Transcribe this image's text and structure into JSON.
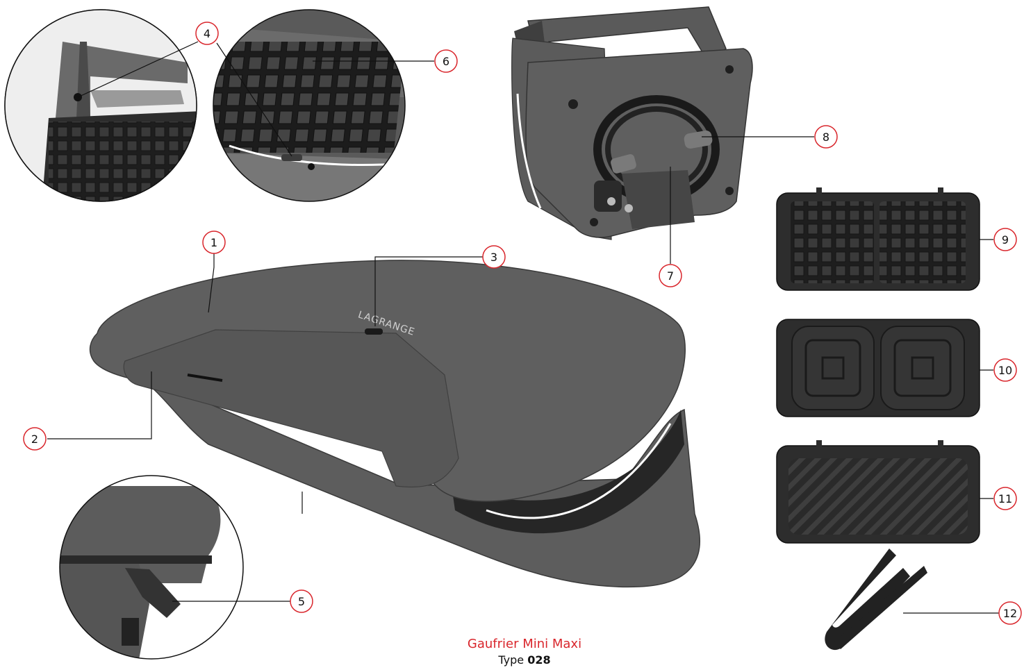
{
  "product": {
    "name": "Gaufrier Mini Maxi",
    "type_label": "Type",
    "type_number": "028"
  },
  "brand_logo_text": "LAGRANGE",
  "callouts": [
    "1",
    "2",
    "3",
    "4",
    "5",
    "6",
    "7",
    "8",
    "9",
    "10",
    "11",
    "12"
  ],
  "colors": {
    "accent": "#d9262c",
    "body": "#5a5a5a",
    "body_dark": "#3e3e3e",
    "plate": "#2a2a2a",
    "line": "#111111"
  }
}
